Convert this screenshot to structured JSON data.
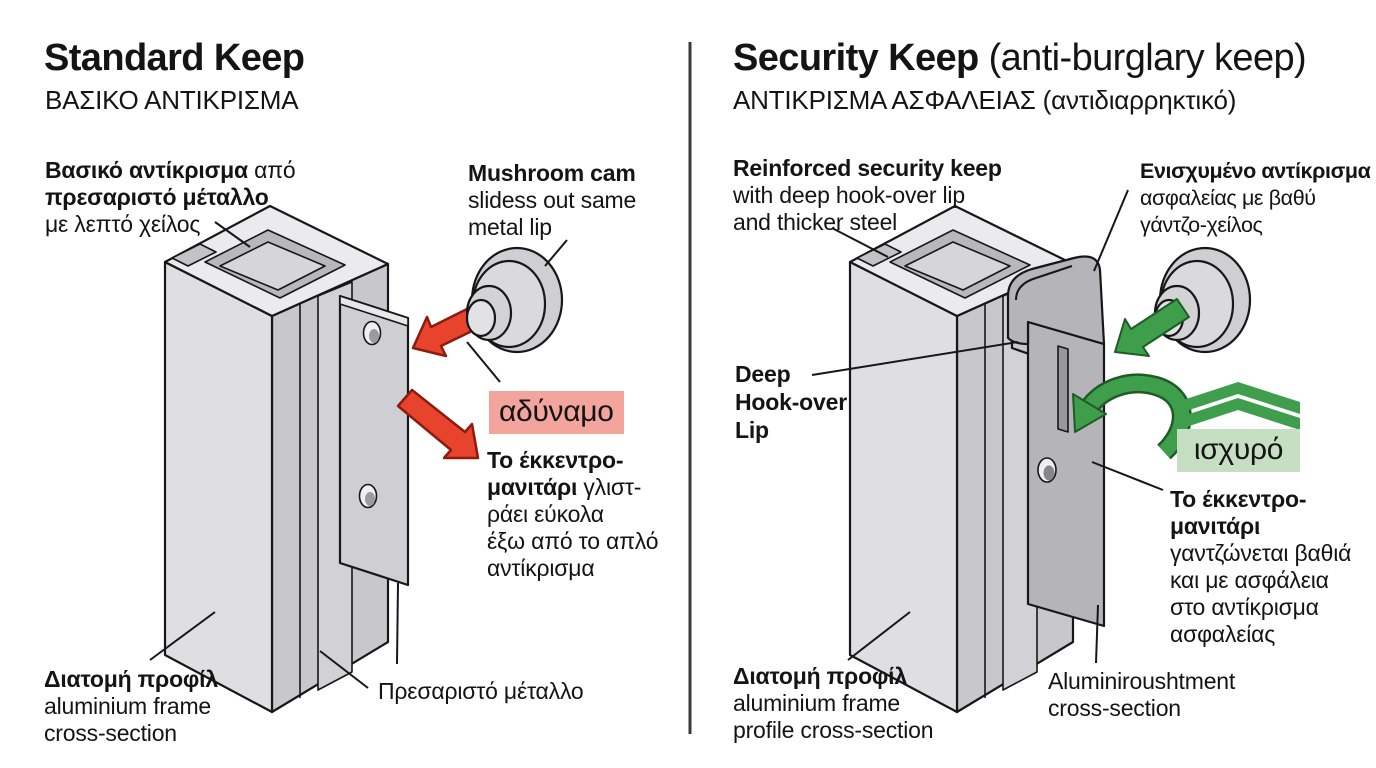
{
  "colors": {
    "ink": "#141414",
    "red": "#e8432c",
    "red_dark": "#8c1d0e",
    "pink": "#f3a49d",
    "green": "#3f9e4b",
    "green_dark": "#1e5c26",
    "green_light": "#c6dfc2",
    "metal_top": "#ebebee",
    "metal_front": "#dfdfe2",
    "metal_side": "#c8c8cc",
    "metal_plate": "#cfcfd3",
    "metal_dark_plate": "#b4b4b9",
    "divider": "#3a3a3a"
  },
  "left": {
    "title": "Standard Keep",
    "subtitle": "ΒΑΣΙΚΟ ΑΝΤΙΚΡΙΣΜΑ",
    "keep_label": {
      "b1": "Βασικό αντίκρισμα",
      "r1": " από",
      "b2": "πρεσαριστό μέταλλο",
      "l3": "με λεπτό χείλος"
    },
    "cam_label": {
      "b1": "Mushroom cam",
      "l2": "slidess out same",
      "l3": "metal lip"
    },
    "verdict": "αδύναμο",
    "note": {
      "b1": "Το έκκεντρο-",
      "b2": "μανιτάρι",
      "r2": " γλιστ-",
      "l3": "ράει εύκολα",
      "l4": "έξω από το απλό",
      "l5": "αντίκρισμα"
    },
    "profile_label": {
      "b1": "Διατομή προφίλ",
      "l2": "aluminium frame",
      "l3": "cross-section"
    },
    "metal_label": "Πρεσαριστό μέταλλο"
  },
  "right": {
    "title": "Security Keep",
    "title_suffix": " (anti-burglary keep)",
    "subtitle": "ΑΝΤΙΚΡΙΣΜΑ ΑΣΦΑΛΕΙΑΣ (αντιδιαρρηκτικό)",
    "keep_label": {
      "b1": "Reinforced security keep",
      "l2": "with deep hook-over lip",
      "l3": "and thicker steel"
    },
    "cam_label": {
      "b1": "Ενισχυμένο αντίκρισμα",
      "l2": "ασφαλείας με βαθύ",
      "l3": "γάντζο-χείλος"
    },
    "hook_label": {
      "l1": "Deep",
      "l2": "Hook-over",
      "l3": "Lip"
    },
    "verdict": "ισχυρό",
    "note": {
      "b1": "Το έκκεντρο-",
      "b2": "μανιτάρι",
      "l3": "γαντζώνεται βαθιά",
      "l4": "και με ασφάλεια",
      "l5": "στο αντίκρισμα",
      "l6": "ασφαλείας"
    },
    "profile_label": {
      "b1": "Διατομή προφίλ",
      "l2": "aluminium frame",
      "l3": "profile cross-section"
    },
    "section_label": {
      "l1": "Aluminiroushtment",
      "l2": "cross-section"
    }
  }
}
